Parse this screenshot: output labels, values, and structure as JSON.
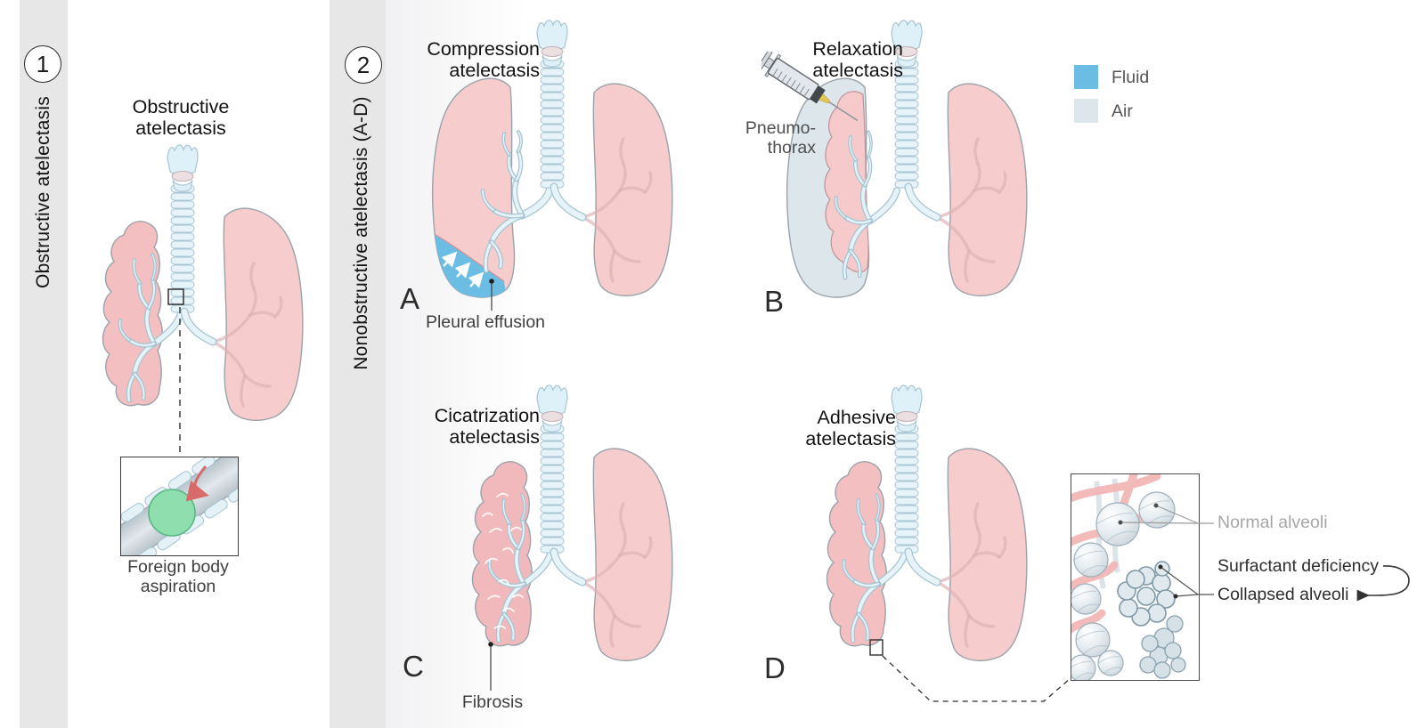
{
  "sections": {
    "obstructive": {
      "number": "1",
      "sidebar_label": "Obstructive atelectasis",
      "title_line1": "Obstructive",
      "title_line2": "atelectasis",
      "inset_caption_line1": "Foreign body",
      "inset_caption_line2": "aspiration"
    },
    "nonobstructive": {
      "number": "2",
      "sidebar_label": "Nonobstructive atelectasis (A-D)",
      "panels": {
        "a": {
          "letter": "A",
          "title_line1": "Compression",
          "title_line2": "atelectasis",
          "callout": "Pleural effusion"
        },
        "b": {
          "letter": "B",
          "title_line1": "Relaxation",
          "title_line2": "atelectasis",
          "callout_line1": "Pneumo-",
          "callout_line2": "thorax"
        },
        "c": {
          "letter": "C",
          "title_line1": "Cicatrization",
          "title_line2": "atelectasis",
          "callout": "Fibrosis"
        },
        "d": {
          "letter": "D",
          "title_line1": "Adhesive",
          "title_line2": "atelectasis",
          "label_normal": "Normal alveoli",
          "label_surfactant": "Surfactant deficiency",
          "label_collapsed": "Collapsed alveoli"
        }
      }
    }
  },
  "legend": {
    "items": [
      {
        "label": "Fluid",
        "color": "#6bbde3"
      },
      {
        "label": "Air",
        "color": "#dde6ea"
      }
    ]
  }
}
